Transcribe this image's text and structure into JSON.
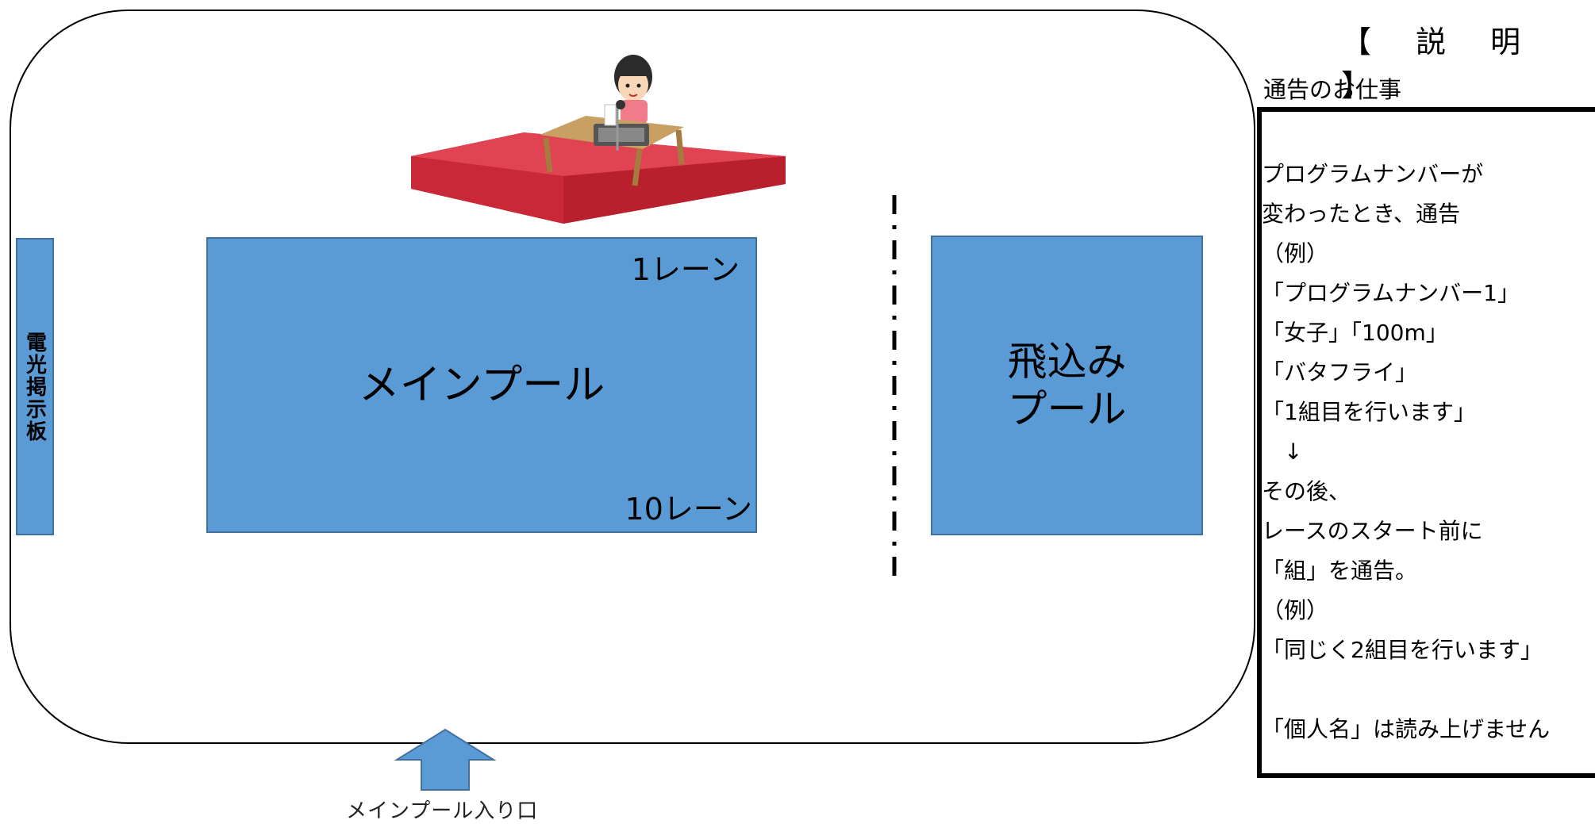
{
  "diagram": {
    "scoreboard": {
      "label": "電光掲示板"
    },
    "main_pool": {
      "label": "メインプール",
      "lane_first": "1レーン",
      "lane_last": "10レーン"
    },
    "diving_pool": {
      "label": "飛込み\nプール"
    },
    "entrance": {
      "label": "メインプール入り口"
    },
    "announcer": {
      "icon": "announcer-desk-icon"
    }
  },
  "panel": {
    "heading": "【 説 明 】",
    "subtitle": "通告のお仕事",
    "lines": [
      "プログラムナンバーが",
      "変わったとき、通告",
      "（例）",
      "「プログラムナンバー1」",
      "「女子」「100m」",
      "「バタフライ」",
      "「1組目を行います」",
      "　↓",
      "その後、",
      "レースのスタート前に",
      "「組」を通告。",
      "（例）",
      "「同じく2組目を行います」",
      "",
      "「個人名」は読み上げません"
    ]
  },
  "colors": {
    "pool": "#5b9bd5",
    "pool_border": "#41719c",
    "stage": "#d6303f",
    "outline": "#000000"
  }
}
